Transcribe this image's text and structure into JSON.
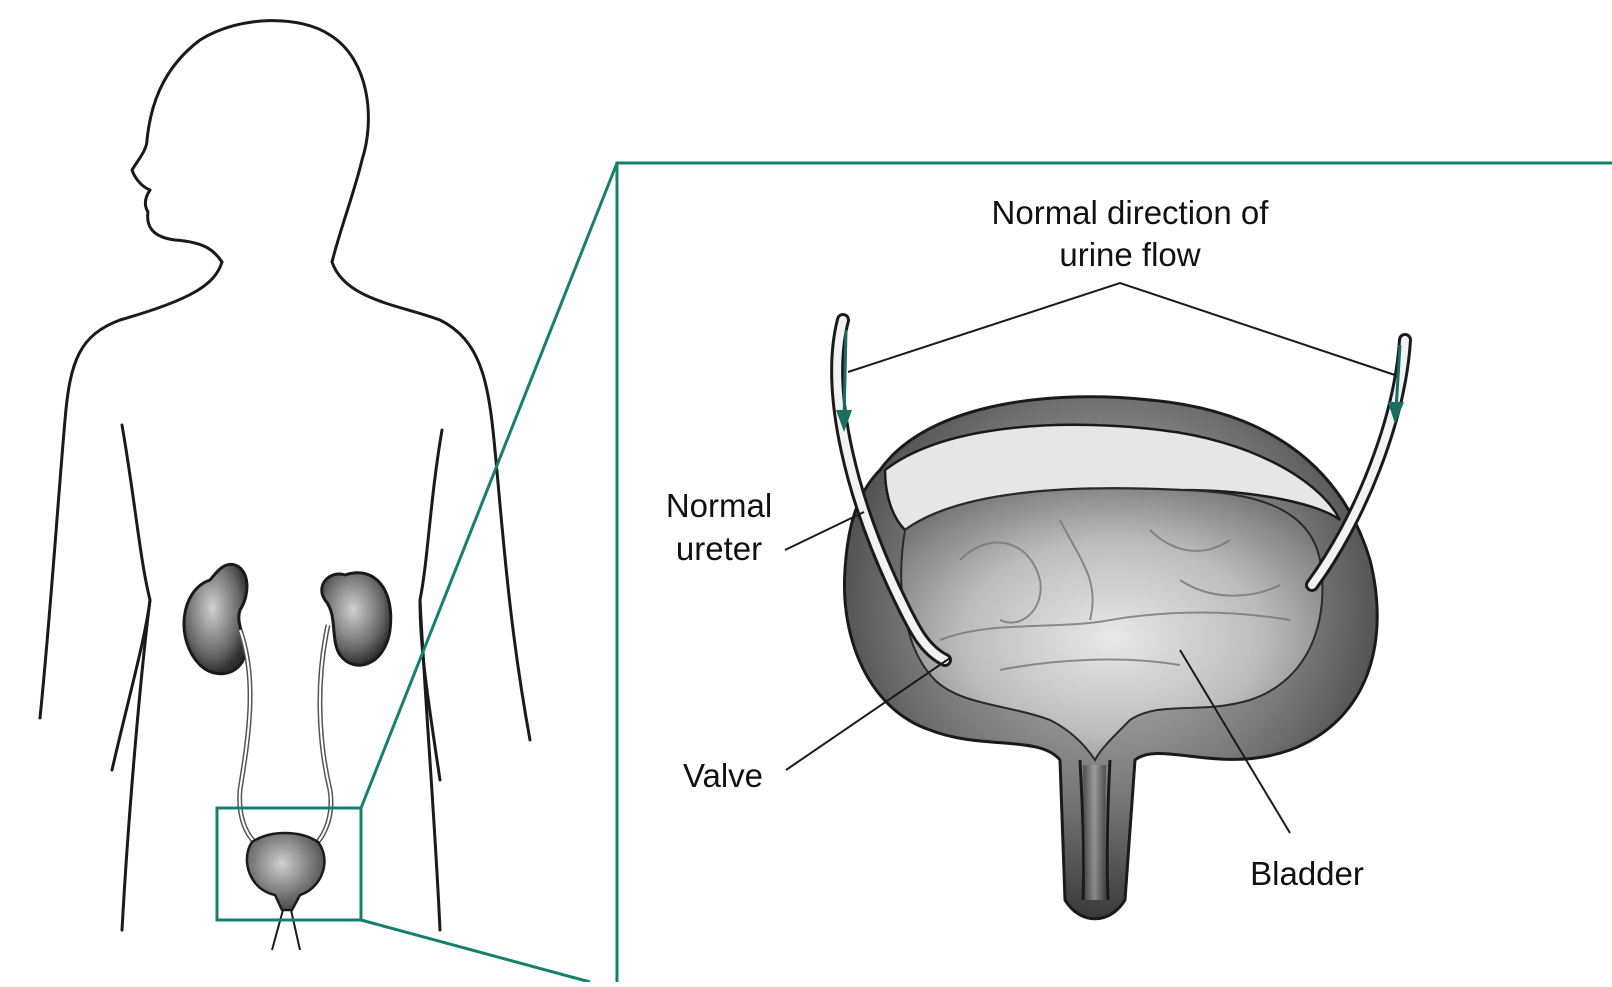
{
  "labels": {
    "flow_line1": "Normal direction of",
    "flow_line2": "urine flow",
    "ureter_line1": "Normal",
    "ureter_line2": "ureter",
    "valve": "Valve",
    "bladder": "Bladder"
  },
  "colors": {
    "frame": "#17806c",
    "arrow": "#1a6e60",
    "outline": "#1a1a1a",
    "tissue_dark": "#4a4a4a",
    "tissue_mid": "#8a8a8a",
    "tissue_light": "#d4d4d4"
  }
}
